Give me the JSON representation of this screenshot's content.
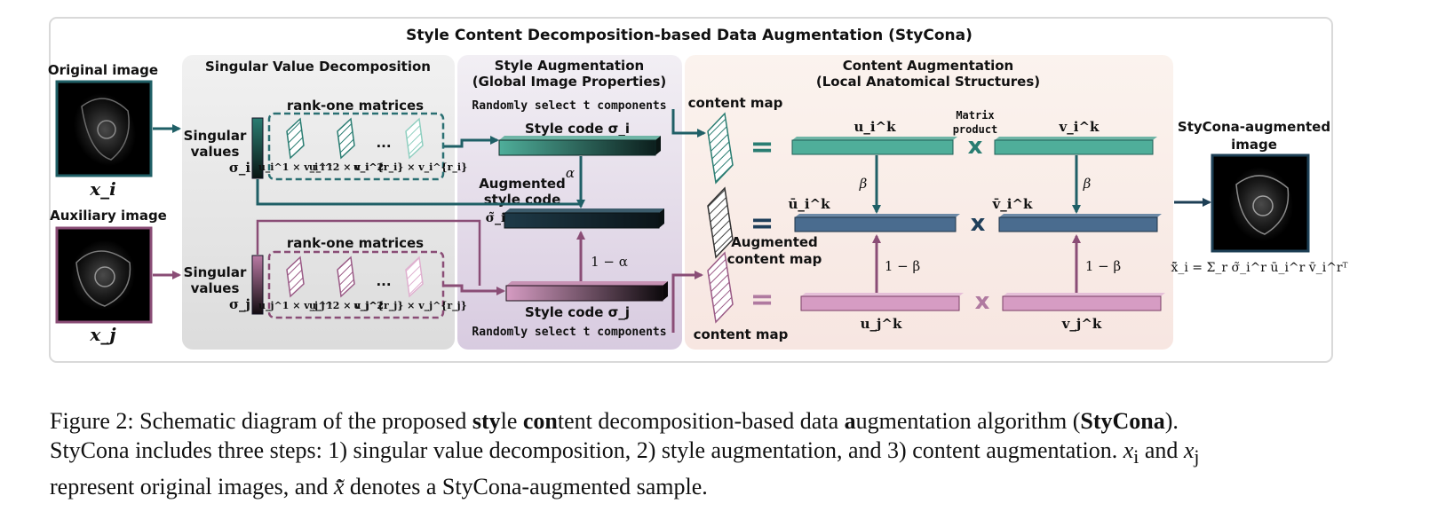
{
  "diagram": {
    "title": "Style Content Decomposition-based Data Augmentation (StyCona)",
    "left": {
      "original_label": "Original image",
      "original_var": "x_i",
      "auxiliary_label": "Auxiliary image",
      "auxiliary_var": "x_j"
    },
    "svd": {
      "title": "Singular Value Decomposition",
      "rank_one_top": "rank-one matrices",
      "rank_one_bottom": "rank-one matrices",
      "singular_top_1": "Singular",
      "singular_top_2": "values",
      "sigma_i": "σ_i",
      "singular_bot_1": "Singular",
      "singular_bot_2": "values",
      "sigma_j": "σ_j",
      "dots": "...",
      "products_top": [
        "u_i^1 × v_i^1",
        "u_i^2 × v_i^2",
        "u_i^{r_i} × v_i^{r_i}"
      ],
      "products_bottom": [
        "u_j^1 × v_j^1",
        "u_j^2 × v_j^2",
        "u_j^{r_j} × v_j^{r_j}"
      ]
    },
    "style": {
      "title_1": "Style Augmentation",
      "title_2": "(Global Image Properties)",
      "random_top": "Randomly select t components",
      "random_bottom": "Randomly select t components",
      "style_code_i": "Style code σ_i",
      "augmented_1": "Augmented",
      "augmented_2": "style code",
      "augmented_sigma": "σ̃_i",
      "alpha": "α",
      "one_minus_alpha": "1 − α",
      "style_code_j": "Style code σ_j"
    },
    "content": {
      "title_1": "Content Augmentation",
      "title_2": "(Local Anatomical Structures)",
      "content_map_top": "content map",
      "content_map_bottom": "content map",
      "augmented_map_1": "Augmented",
      "augmented_map_2": "content map",
      "matrix_product_1": "Matrix",
      "matrix_product_2": "product",
      "equals": "=",
      "times": "x",
      "u_i": "u_i^k",
      "v_i": "v_i^k",
      "u_bar_i": "ū_i^k",
      "v_bar_i": "v̄_i^k",
      "u_j": "u_j^k",
      "v_j": "v_j^k",
      "beta": "β",
      "one_minus_beta": "1 − β"
    },
    "output": {
      "label_1": "StyCona-augmented",
      "label_2": "image",
      "formula": "x̃̄_i = Σ_r σ̃_i^r ū_i^r v̄_i^rᵀ"
    },
    "colors": {
      "teal": "#2a7d72",
      "teal_light": "#4fae9a",
      "slate": "#3e5f80",
      "pink": "#8a4d76",
      "pink_light": "#d69cc3"
    }
  },
  "caption": {
    "line1_a": "Figure 2: Schematic diagram of the proposed ",
    "line1_b1": "sty",
    "line1_c": "le ",
    "line1_b2": "con",
    "line1_d": "tent decomposition-based data ",
    "line1_b3": "a",
    "line1_e": "ugmentation algorithm (",
    "line1_b4": "StyCona",
    "line1_f": ").",
    "line2_a": "StyCona includes three steps: 1) singular value decomposition, 2) style augmentation, and 3) content augmentation. ",
    "line2_xi": "x",
    "line2_xi_sub": "i",
    "line2_and": " and ",
    "line2_xj": "x",
    "line2_xj_sub": "j",
    "line3_a": "represent original images, and ",
    "line3_x": "x̃̄",
    "line3_b": " denotes a StyCona-augmented sample."
  }
}
